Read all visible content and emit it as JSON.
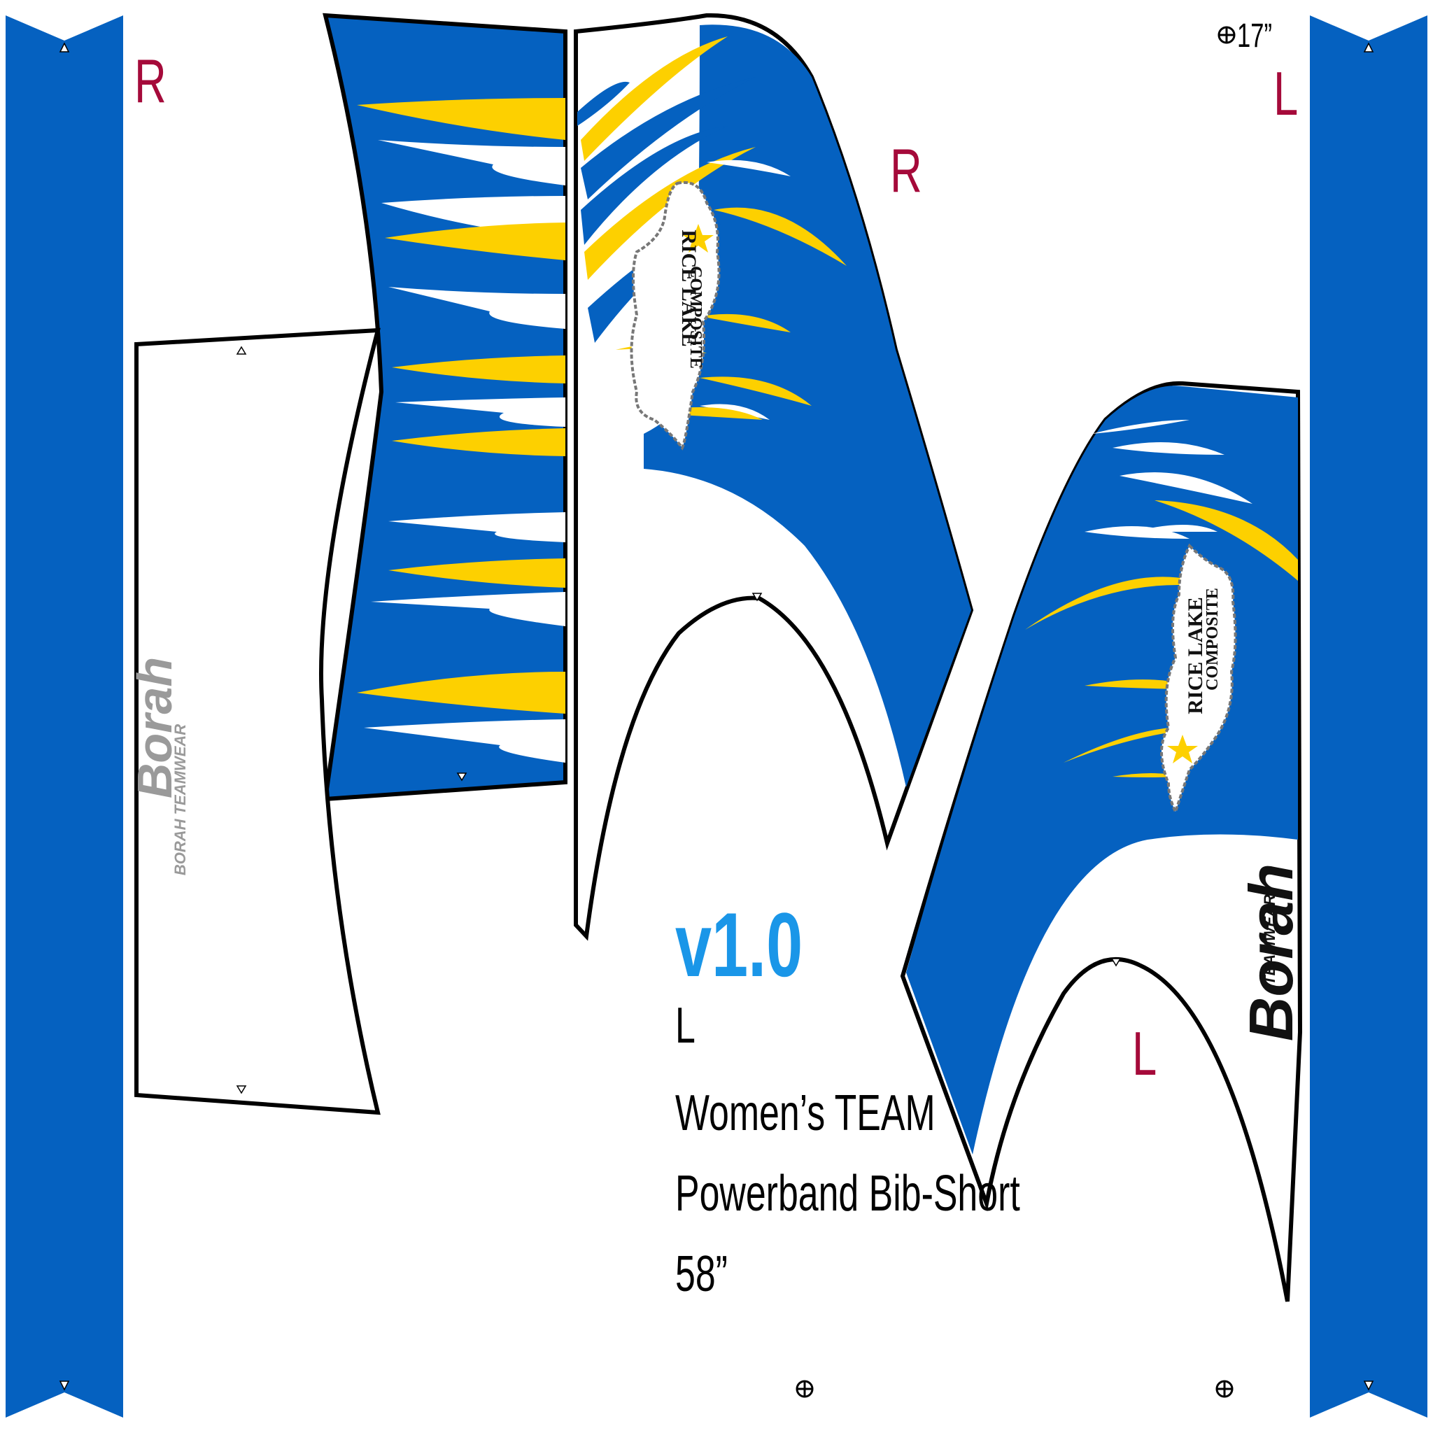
{
  "colors": {
    "royal_blue": "#0561c0",
    "yellow": "#fdd000",
    "side_label": "#a50a3a",
    "version": "#1a96e8",
    "outline": "#000000"
  },
  "labels": {
    "left_strap_side": "R",
    "top_right_side": "L",
    "upper_panel_side": "R",
    "lower_panel_side": "L",
    "measure_17": "17”"
  },
  "spec": {
    "version": "v1.0",
    "size": "L",
    "line1": "Women’s TEAM",
    "line2": "Powerband Bib-Short",
    "length": "58”"
  },
  "logos": {
    "emblem_line1": "RICE LAKE",
    "emblem_line2": "COMPOSITE",
    "brand_name": "Borah",
    "brand_sub": "TEAMWEAR",
    "brand_tagline": "BORAH TEAMWEAR"
  },
  "icons": [
    "registration-mark-icon",
    "star-icon",
    "notch-marker-icon"
  ]
}
